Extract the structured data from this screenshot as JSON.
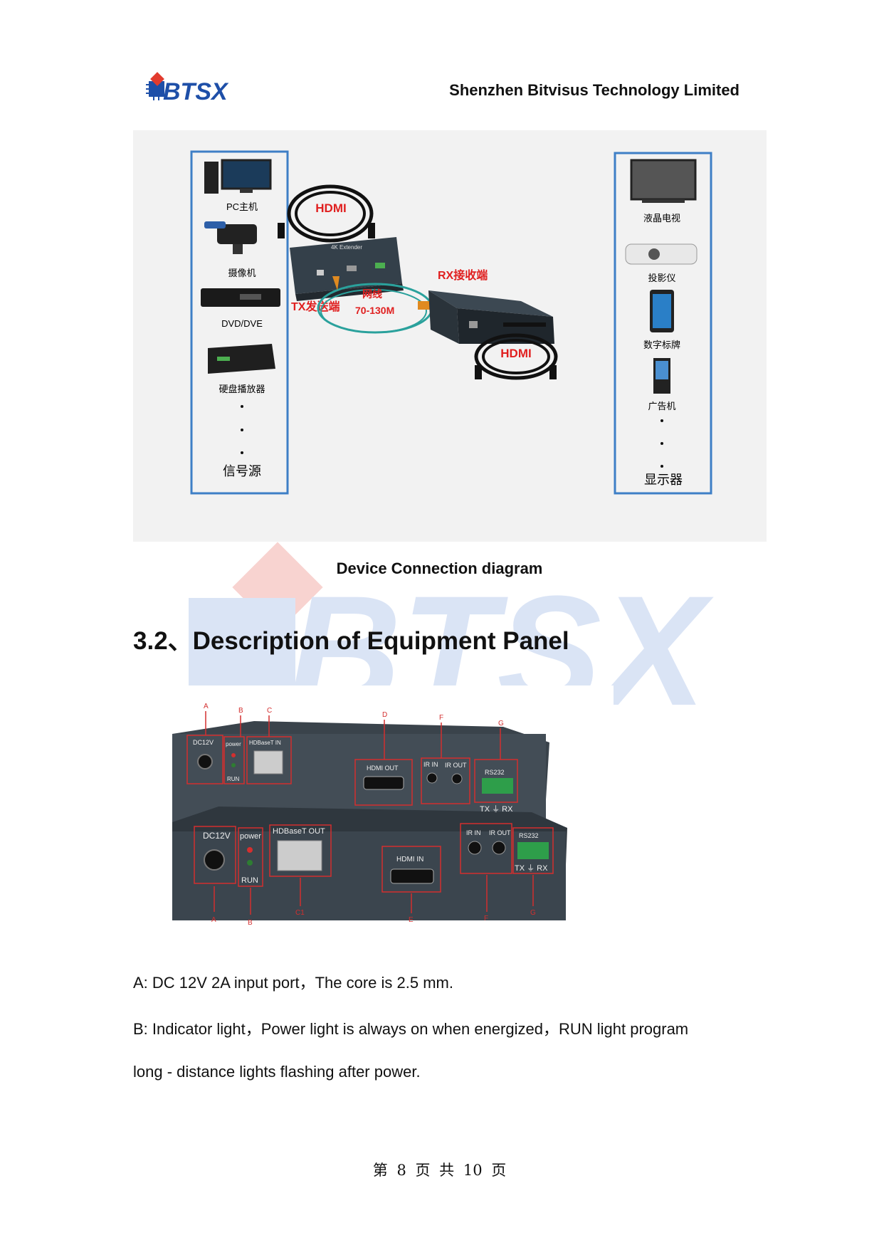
{
  "header": {
    "logo_text": "BTSX",
    "company": "Shenzhen Bitvisus Technology Limited"
  },
  "diagram": {
    "caption": "Device Connection diagram",
    "source_items": [
      "PC主机",
      "摄像机",
      "DVD/DVE",
      "硬盘播放器"
    ],
    "source_title": "信号源",
    "display_items": [
      "液晶电视",
      "投影仪",
      "数字标牌",
      "广告机"
    ],
    "display_title": "显示器",
    "hdmi_label": "HDMI",
    "tx_label": "TX发送端",
    "rx_label": "RX接收端",
    "cable_label": "网线",
    "cable_range": "70-130M",
    "device_label": "4K Extender"
  },
  "section": {
    "title": "3.2、Description of Equipment Panel"
  },
  "panel": {
    "top_markers": [
      "A",
      "B",
      "C",
      "D",
      "F",
      "G"
    ],
    "bottom_markers": [
      "A",
      "B",
      "C1",
      "E",
      "F",
      "G"
    ],
    "tx_ports": {
      "dc": "DC12V",
      "power": "power",
      "run": "RUN",
      "hdbaset": "HDBaseT IN",
      "hdmi": "HDMI OUT",
      "ir_in": "IR IN",
      "ir_out": "IR OUT",
      "rs232": "RS232",
      "txrx": "TX ⏚ RX"
    },
    "rx_ports": {
      "dc": "DC12V",
      "power": "power",
      "run": "RUN",
      "hdbaset": "HDBaseT OUT",
      "hdmi": "HDMI IN",
      "ir_in": "IR IN",
      "ir_out": "IR OUT",
      "rs232": "RS232",
      "txrx": "TX ⏚ RX"
    }
  },
  "paragraphs": {
    "a": "A: DC 12V  2A input port，The core is 2.5 mm.",
    "b1": "B: Indicator light，Power light is always on when energized，RUN light program",
    "b2": "long - distance lights flashing after power."
  },
  "footer": {
    "page": "第 8 页 共 10 页"
  }
}
